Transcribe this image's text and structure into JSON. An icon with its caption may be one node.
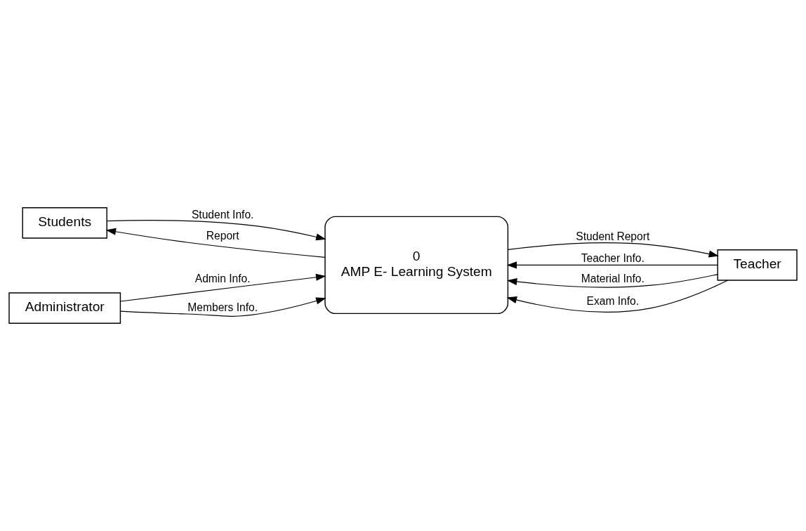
{
  "diagram": {
    "nodes": [
      {
        "text": [
          "Students"
        ]
      },
      {
        "text": [
          "Teacher"
        ]
      },
      {
        "text": [
          "0",
          "AMP E- Learning System"
        ]
      },
      {
        "text": [
          "Administrator"
        ]
      }
    ],
    "edges": [
      {
        "from": 2,
        "to": 0,
        "arrow": "to",
        "label": "Report"
      },
      {
        "from": 0,
        "to": 2,
        "arrow": "to",
        "label": "Student Info."
      },
      {
        "from": 3,
        "to": 2,
        "arrow": "to",
        "label": "Admin Info."
      },
      {
        "from": 3,
        "to": 2,
        "arrow": "to",
        "label": "Members Info."
      },
      {
        "from": 1,
        "to": 2,
        "arrow": "to",
        "label": "Teacher Info."
      },
      {
        "from": 1,
        "to": 2,
        "arrow": "to",
        "label": "Material Info."
      },
      {
        "from": 1,
        "to": 2,
        "arrow": "to",
        "label": "Exam Info."
      },
      {
        "from": 2,
        "to": 1,
        "arrow": "to",
        "label": "Student Report"
      }
    ]
  }
}
